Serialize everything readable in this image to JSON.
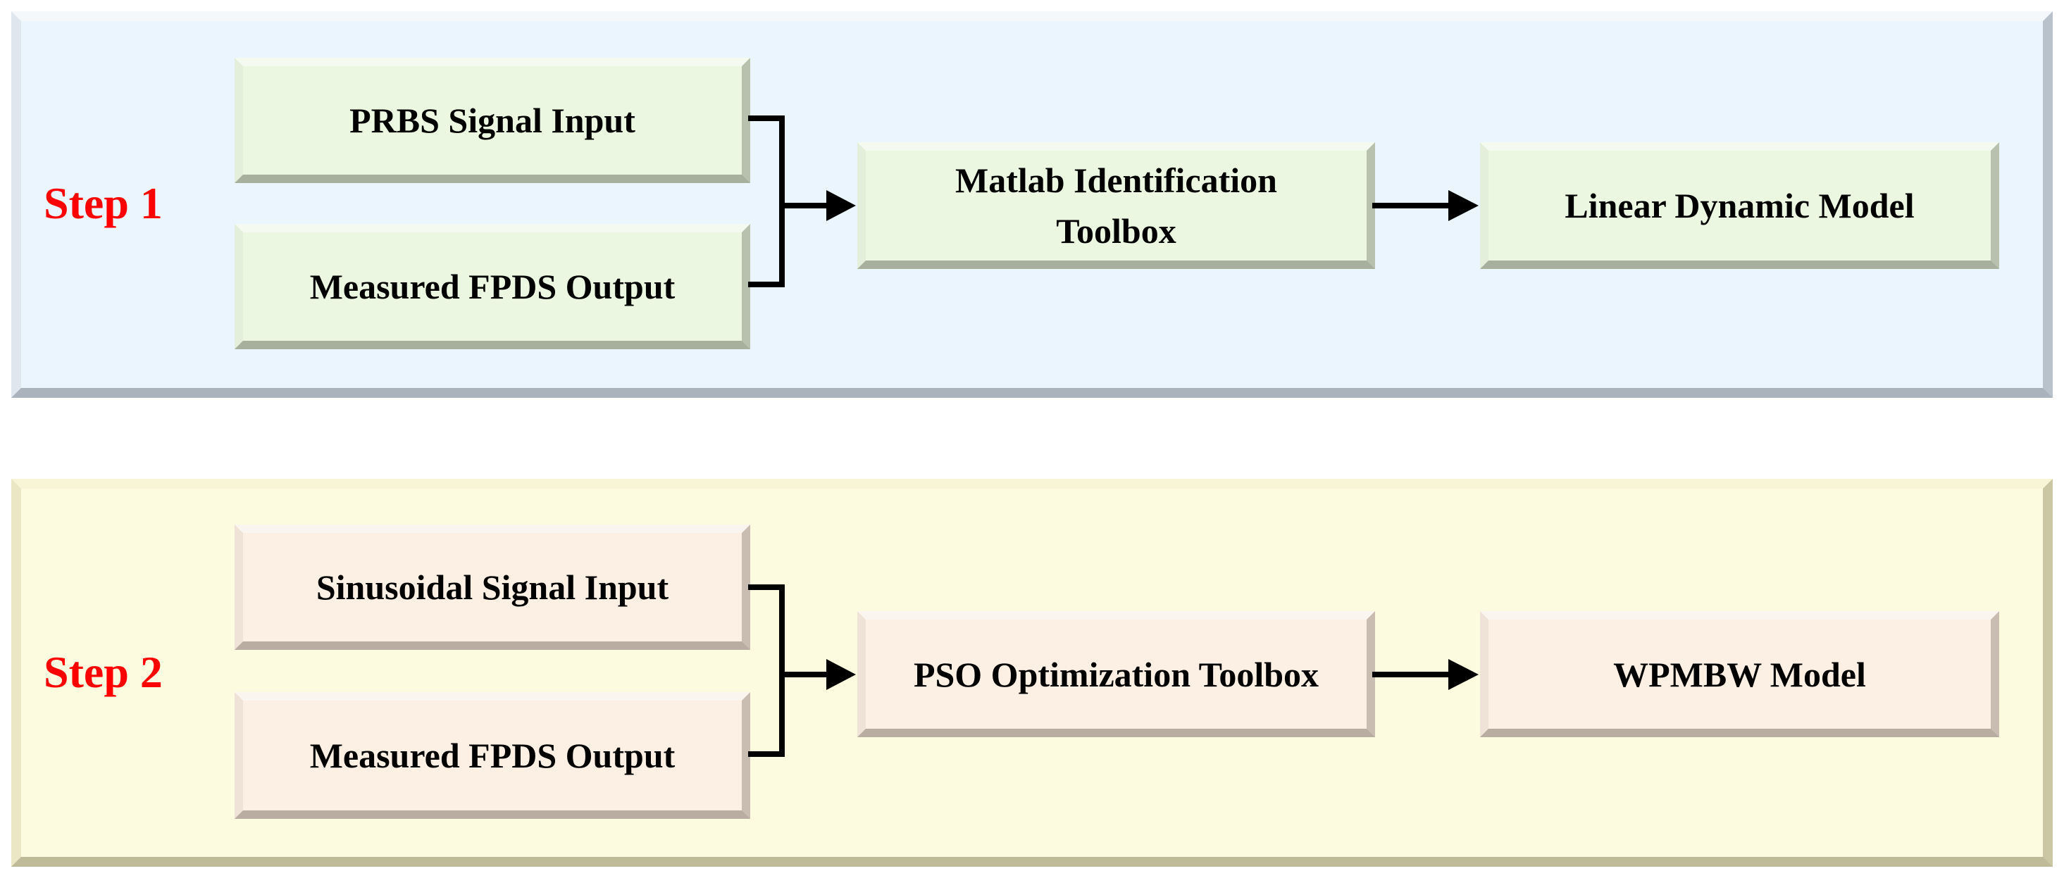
{
  "step1": {
    "label": "Step 1",
    "inputs": [
      "PRBS Signal Input",
      "Measured FPDS Output"
    ],
    "process": "Matlab Identification\nToolbox",
    "result": "Linear Dynamic Model"
  },
  "step2": {
    "label": "Step 2",
    "inputs": [
      "Sinusoidal Signal Input",
      "Measured FPDS Output"
    ],
    "process": "PSO Optimization Toolbox",
    "result": "WPMBW Model"
  },
  "colors": {
    "step_label": "#ff0000",
    "panel1_bg": "#ebf5fd",
    "panel2_bg": "#fdfbdf",
    "box1_bg": "#ebf7e1",
    "box2_bg": "#fcefe4",
    "connector": "#000000"
  }
}
